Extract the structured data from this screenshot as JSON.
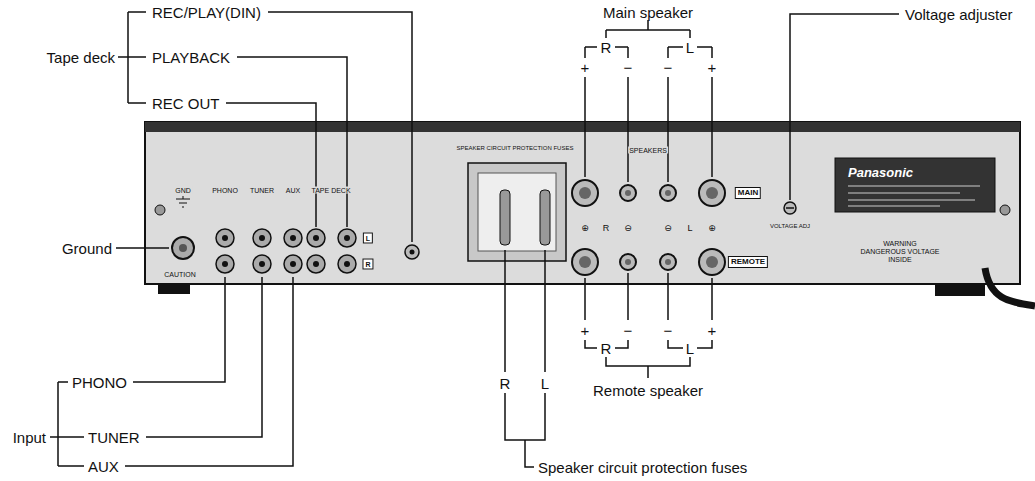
{
  "diagram": {
    "labels": [
      "Tape deck",
      "REC/PLAY(DIN)",
      "PLAYBACK",
      "REC OUT",
      "Main speaker",
      "R",
      "L",
      "+",
      "−",
      "−",
      "+",
      "Voltage adjuster",
      "Ground",
      "Input",
      "PHONO",
      "TUNER",
      "AUX",
      "R",
      "L",
      "+",
      "−",
      "−",
      "+",
      "R",
      "L",
      "Remote speaker",
      "Speaker circuit protection fuses",
      "GND",
      "PHONO",
      "TUNER",
      "AUX",
      "TAPE DECK",
      "L",
      "R",
      "CAUTION",
      "SPEAKER CIRCUIT PROTECTION FUSES",
      "SPEAKERS",
      "⊕",
      "R",
      "⊖",
      "⊖",
      "L",
      "⊕",
      "MAIN",
      "REMOTE",
      "VOLTAGE ADJ",
      "Panasonic",
      "WARNING DANGEROUS VOLTAGE INSIDE"
    ]
  }
}
